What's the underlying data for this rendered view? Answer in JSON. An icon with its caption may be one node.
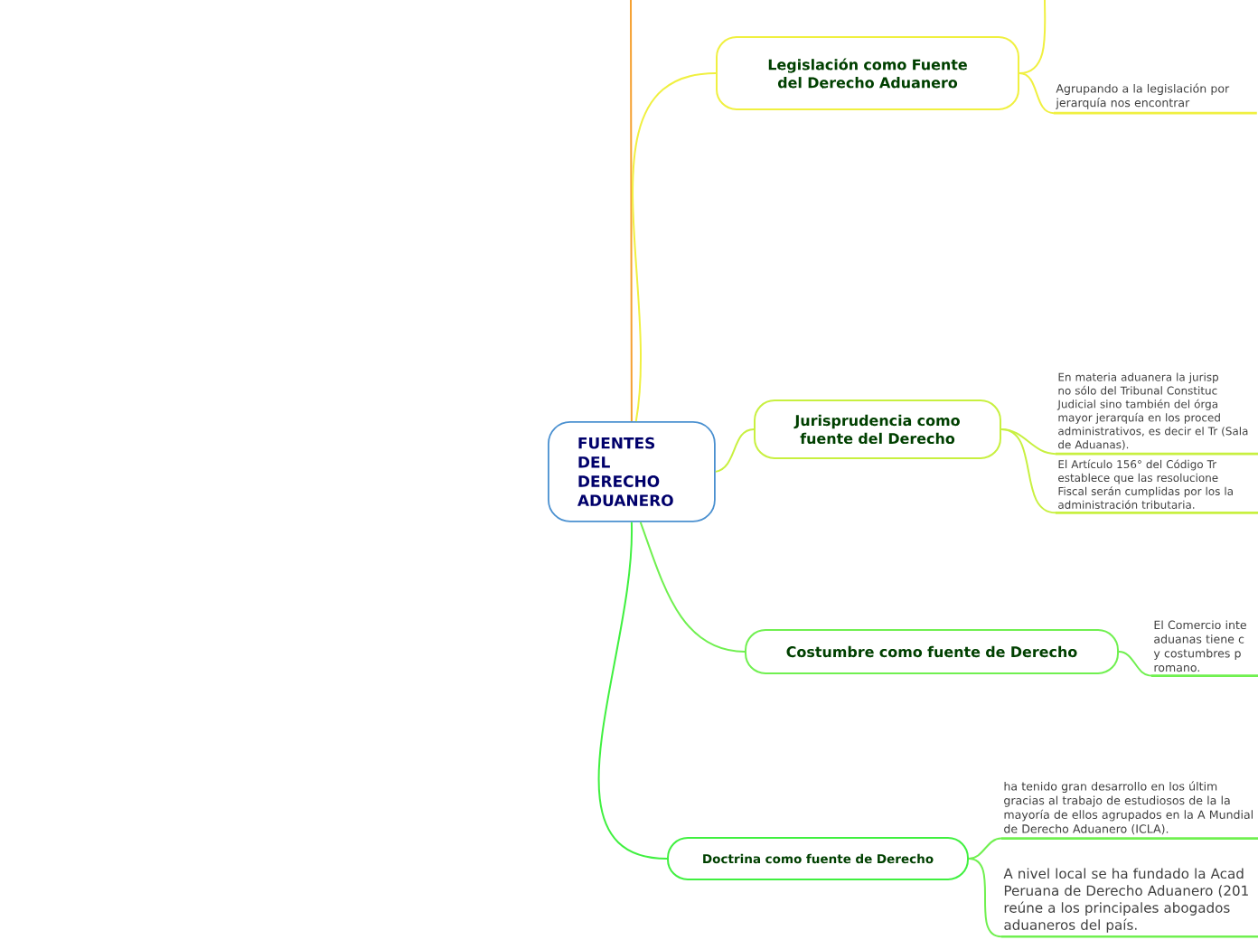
{
  "diagram": {
    "nodes": [
      {
        "text": [
          "FUENTES DEL DERECHO ADUANERO"
        ]
      },
      {
        "text": [
          "Legislación como Fuente del Derecho Aduanero"
        ]
      },
      {
        "text": [
          "Agrupando a la legislación por jerarquía nos encontrar"
        ]
      },
      {
        "text": [
          "Jurisprudencia como fuente del Derecho"
        ]
      },
      {
        "text": [
          "En materia aduanera la jurisp no sólo del Tribunal Constituc Judicial sino también del órga mayor jerarquía en los proced administrativos, es decir el Tr (Sala de Aduanas)."
        ]
      },
      {
        "text": [
          "El Artículo 156° del Código Tr establece que las resolucione Fiscal serán cumplidas por los la administración tributaria."
        ]
      },
      {
        "text": [
          "Costumbre como fuente de Derecho"
        ]
      },
      {
        "text": [
          "El Comercio inte aduanas tiene c y costumbres p romano."
        ]
      },
      {
        "text": [
          "Doctrina como fuente de Derecho"
        ]
      },
      {
        "text": [
          "ha tenido gran desarrollo en los últim gracias al trabajo de estudiosos de la la mayoría de ellos agrupados en la A Mundial de Derecho Aduanero (ICLA)."
        ]
      },
      {
        "text": [
          "A nivel local se ha fundado la Acad Peruana de Derecho Aduanero (201 reúne a los principales abogados aduaneros del país."
        ]
      }
    ],
    "edges": [
      {
        "from": 0,
        "to": null,
        "arrow": "none",
        "color": "#f5a030"
      },
      {
        "from": 0,
        "to": 1,
        "arrow": "none",
        "color": "#f0f040"
      },
      {
        "from": 1,
        "to": null,
        "arrow": "none",
        "color": "#f0f040"
      },
      {
        "from": 1,
        "to": 2,
        "arrow": "none",
        "color": "#f0f040"
      },
      {
        "from": 0,
        "to": 3,
        "arrow": "none",
        "color": "#c8f040"
      },
      {
        "from": 3,
        "to": 4,
        "arrow": "none",
        "color": "#c8f040"
      },
      {
        "from": 3,
        "to": 5,
        "arrow": "none",
        "color": "#c8f040"
      },
      {
        "from": 0,
        "to": 6,
        "arrow": "none",
        "color": "#70f050"
      },
      {
        "from": 6,
        "to": 7,
        "arrow": "none",
        "color": "#70f050"
      },
      {
        "from": 0,
        "to": 8,
        "arrow": "none",
        "color": "#40f040"
      },
      {
        "from": 8,
        "to": 9,
        "arrow": "none",
        "color": "#70f050"
      },
      {
        "from": 8,
        "to": 10,
        "arrow": "none",
        "color": "#70f050"
      }
    ]
  }
}
